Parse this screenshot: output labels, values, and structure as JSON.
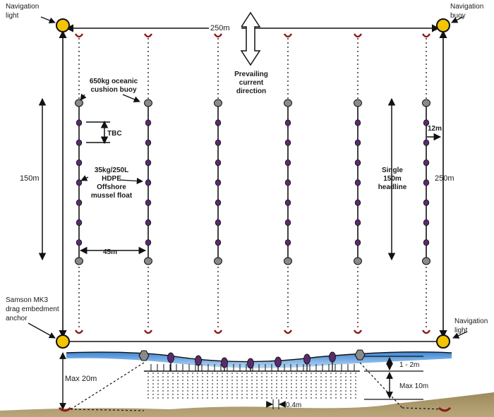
{
  "labels": {
    "navigation_light_top": [
      "Navigation",
      "light"
    ],
    "navigation_buoy": [
      "Navigation",
      "buoy"
    ],
    "navigation_light_bottom": [
      "Navigation",
      "light"
    ],
    "width_250m": "250m",
    "current": [
      "Prevailing",
      "current",
      "direction"
    ],
    "cushion_buoy": [
      "650kg oceanic",
      "cushion buoy"
    ],
    "tbc": "TBC",
    "float": [
      "35kg/250L",
      "HDPE",
      "Offshore",
      "mussel float"
    ],
    "spacing_45m": "45m",
    "left_150m": "150m",
    "headline": [
      "Single",
      "150m",
      "headline"
    ],
    "spacing_12m": "12m",
    "right_250m": "250m",
    "anchor": [
      "Samson MK3",
      "drag embedment",
      "anchor"
    ],
    "max_20m": "Max 20m",
    "depth_1_2m": "1 - 2m",
    "max_10m": "Max 10m",
    "gap_04m": "0.4m"
  },
  "colors": {
    "nav_buoy": "#f5c400",
    "float": "#5a2a6e",
    "cushion_buoy": "#8a8a8a",
    "anchor": "#8b1a1a",
    "water": "#4a90d9",
    "seabed": "#a8966a"
  },
  "icons": {
    "navigation_marker": "yellow-circle-icon",
    "current_arrow": "double-headed-arrow-icon",
    "anchor": "anchor-icon"
  }
}
